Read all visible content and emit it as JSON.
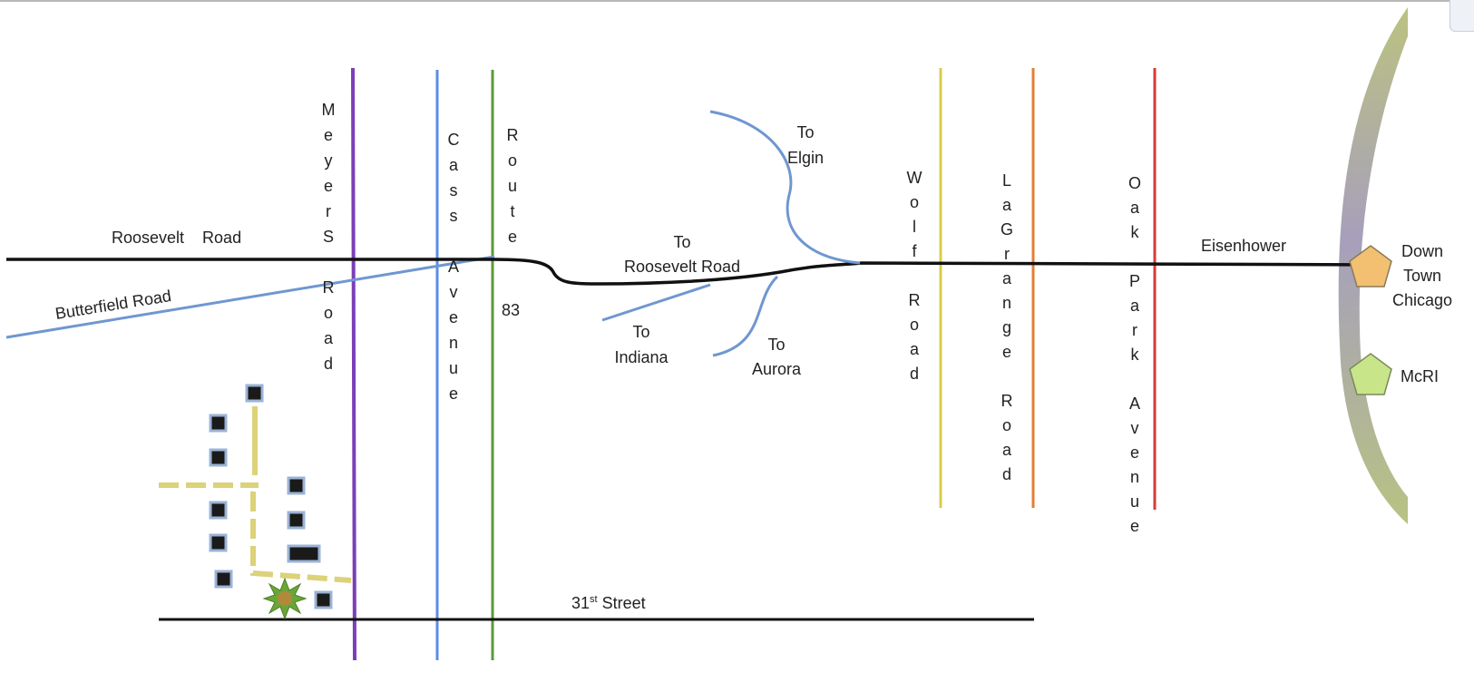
{
  "roads": {
    "roosevelt_road": "Roosevelt    Road",
    "butterfield_road": "Butterfield Road",
    "meyers_road": "MeyerS Road",
    "cass_avenue": "Cass Avenue",
    "route_83": "Route",
    "route_83_number": "83",
    "wolf_road": "Wolf Road",
    "lagrange_road": "LaGrange Road",
    "oak_park_avenue": "Oak Park Avenue",
    "eisenhower": "Eisenhower",
    "street_31st_prefix": "31",
    "street_31st_sup": "st",
    "street_31st_suffix": " Street"
  },
  "ramps": {
    "to_elgin_1": "To",
    "to_elgin_2": "Elgin",
    "to_roosevelt_1": "To",
    "to_roosevelt_2": "Roosevelt Road",
    "to_indiana_1": "To",
    "to_indiana_2": "Indiana",
    "to_aurora_1": "To",
    "to_aurora_2": "Aurora"
  },
  "landmarks": {
    "downtown_1": "Down",
    "downtown_2": "Town",
    "downtown_3": "Chicago",
    "mcri": "McRI"
  },
  "colors": {
    "meyers": "#7b3fb8",
    "cass": "#5b8de8",
    "route83": "#5a9a38",
    "wolf": "#d9cc4a",
    "lagrange": "#e47d3a",
    "oakpark": "#d83a3a",
    "highway": "#111111",
    "ramp": "#6f97d0",
    "downtown_marker": "#f2c070",
    "mcri_marker": "#c8e58a"
  }
}
